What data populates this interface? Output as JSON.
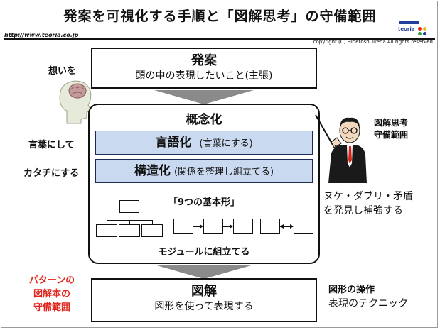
{
  "title": "発案を可視化する手順と「図解思考」の守備範囲",
  "url": "http://www.teoria.co.jp",
  "copyright": "copyright (C) Hidetoshi Ikeda All rights reserved",
  "logo_text": "teoria",
  "left_labels": {
    "omoi": "想いを",
    "kotoba": "言葉にして",
    "katachi": "カタチにする",
    "pattern": [
      "パターンの",
      "図解本の",
      "守備範囲"
    ]
  },
  "top_box": {
    "heading": "発案",
    "sub": "頭の中の表現したいこと(主張)"
  },
  "concept": {
    "heading": "概念化",
    "band1_bold": "言語化",
    "band1_note": "(言葉にする)",
    "band2_bold": "構造化",
    "band2_note": "(関係を整理し組立てる)",
    "basic_forms": "「9つの基本形」",
    "module": "モジュールに組立てる"
  },
  "bottom_box": {
    "heading": "図解",
    "sub": "図形を使って表現する"
  },
  "right": {
    "bubble": [
      "図解思考",
      "守備範囲"
    ],
    "check": [
      "ヌケ・ダブリ・矛盾",
      "を発見し補強する"
    ],
    "ops_bold": "図形の操作",
    "ops": "表現のテクニック"
  },
  "colors": {
    "band_fill": "#c9d9ef",
    "arrow": "#8a8a8a",
    "accent_red": "#e0261d"
  }
}
